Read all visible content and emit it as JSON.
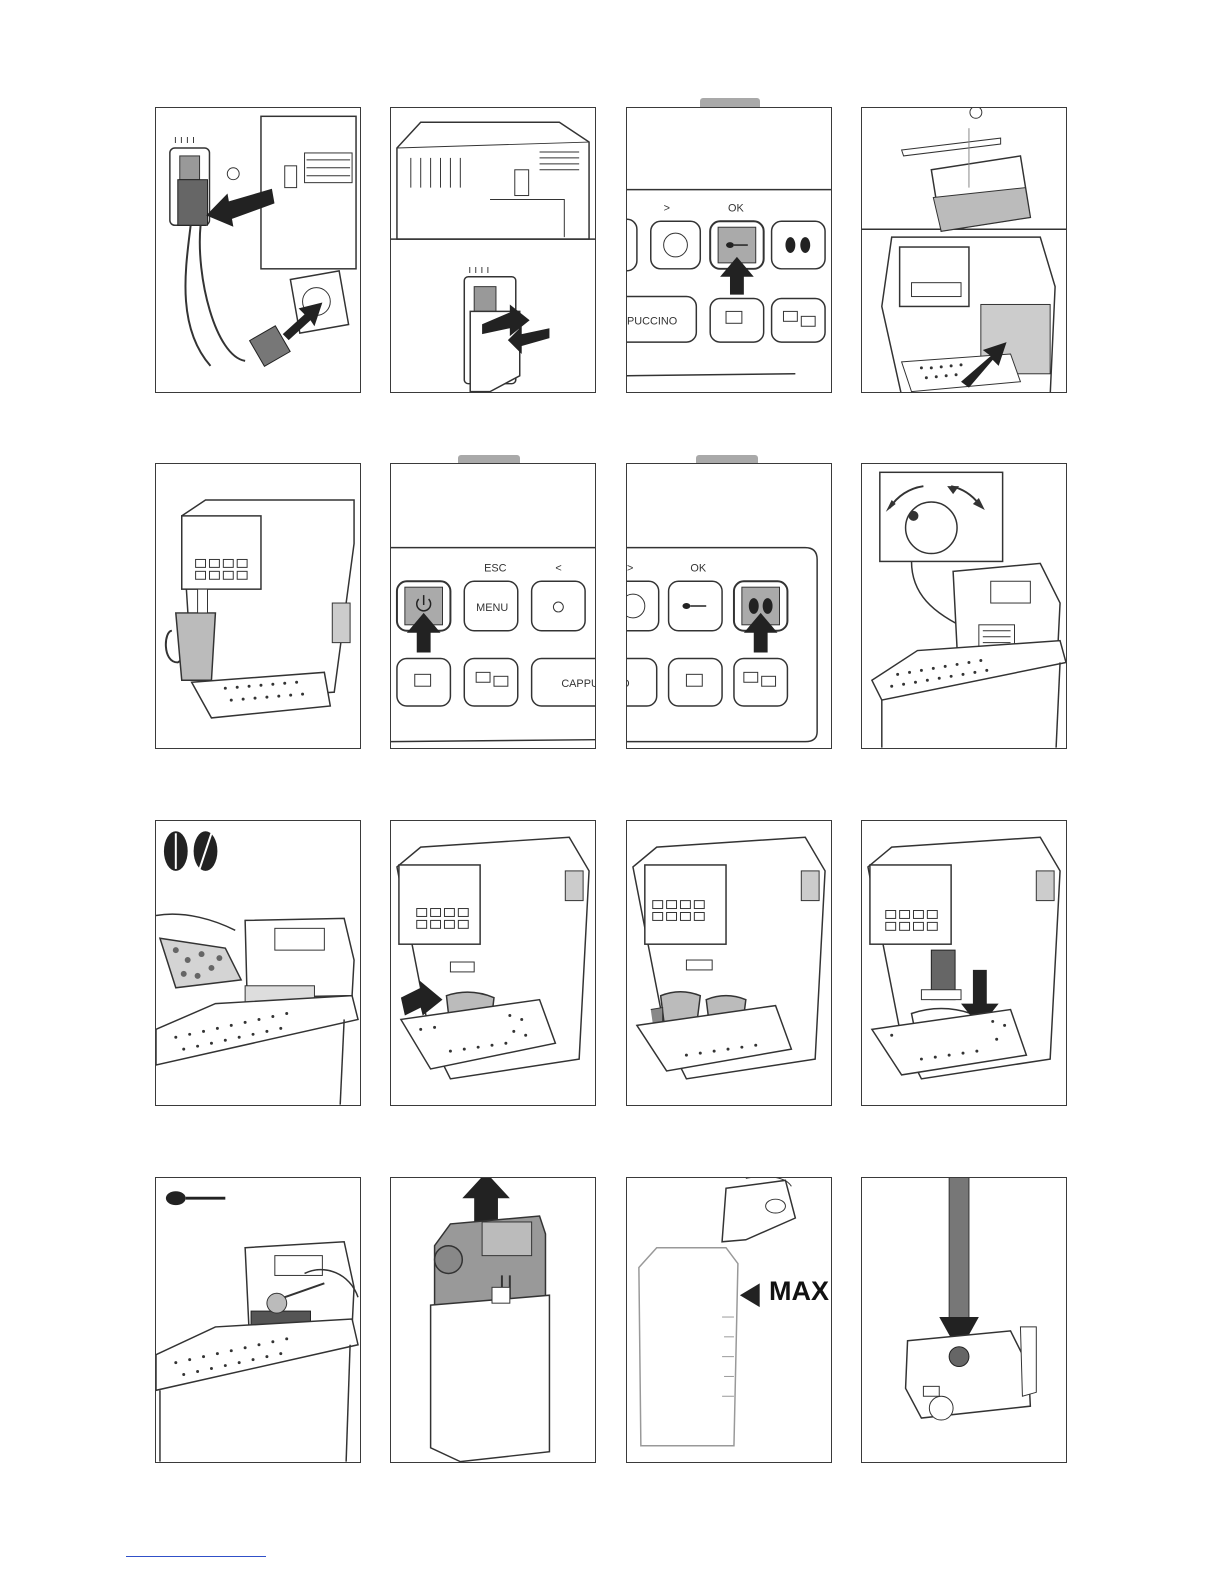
{
  "step1": {
    "icon": "power-switch-icon"
  },
  "step2": {
    "icon": "power-plug-icon"
  },
  "step3": {
    "icon": "spoon-icon",
    "label_nav": ">",
    "label_ok": "OK",
    "label_cappuccino": "PUCCINO"
  },
  "step4": {
    "icon": "water-tap-icon"
  },
  "step5": {
    "icon": "coffee-machine-icon"
  },
  "step6": {
    "icon": "power-icon",
    "label_esc": "ESC",
    "label_nav": "<",
    "label_menu": "MENU",
    "label_cappuccino": "CAPPU"
  },
  "step7": {
    "icon": "coffee-beans-icon",
    "label_nav": ">",
    "label_ok": "OK",
    "label_cappuccino": "O"
  },
  "step8": {
    "icon": "grinder-dial-icon"
  },
  "step9": {
    "icon": "coffee-beans-icon"
  },
  "step10": {
    "icon": "single-cup-icon"
  },
  "step11": {
    "icon": "double-cup-icon"
  },
  "step12": {
    "icon": "down-arrow-icon"
  },
  "step13": {
    "icon": "spoon-icon"
  },
  "step14": {
    "icon": "up-arrow-icon"
  },
  "step15": {
    "max_label": "MAX"
  },
  "step16": {
    "icon": "descaler-icon"
  },
  "colors": {
    "border": "#3a3a3a",
    "highlight": "#a9a9a9",
    "link_line": "#3050c8"
  }
}
